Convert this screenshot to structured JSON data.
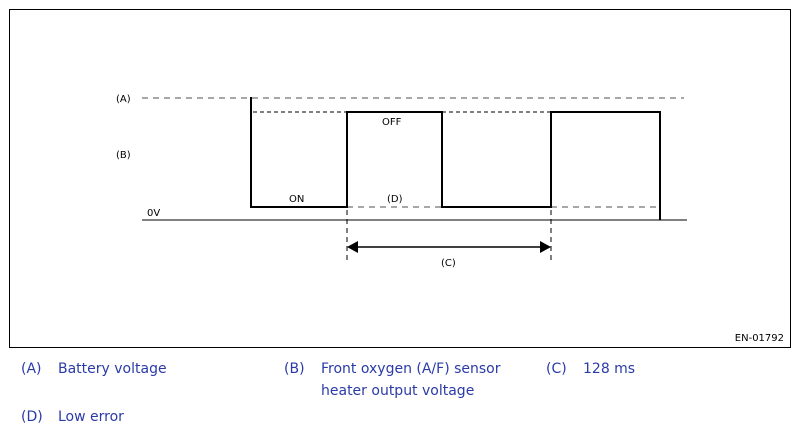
{
  "diagram": {
    "figure_id": "EN-01792",
    "labels": {
      "a": "(A)",
      "b": "(B)",
      "c": "(C)",
      "d": "(D)",
      "zero_volt": "0V",
      "on": "ON",
      "off": "OFF"
    }
  },
  "legend": {
    "a": {
      "key": "(A)",
      "text": "Battery voltage"
    },
    "b": {
      "key": "(B)",
      "text": "Front oxygen (A/F) sensor heater output voltage"
    },
    "c": {
      "key": "(C)",
      "text": "128 ms"
    },
    "d": {
      "key": "(D)",
      "text": "Low error"
    }
  }
}
